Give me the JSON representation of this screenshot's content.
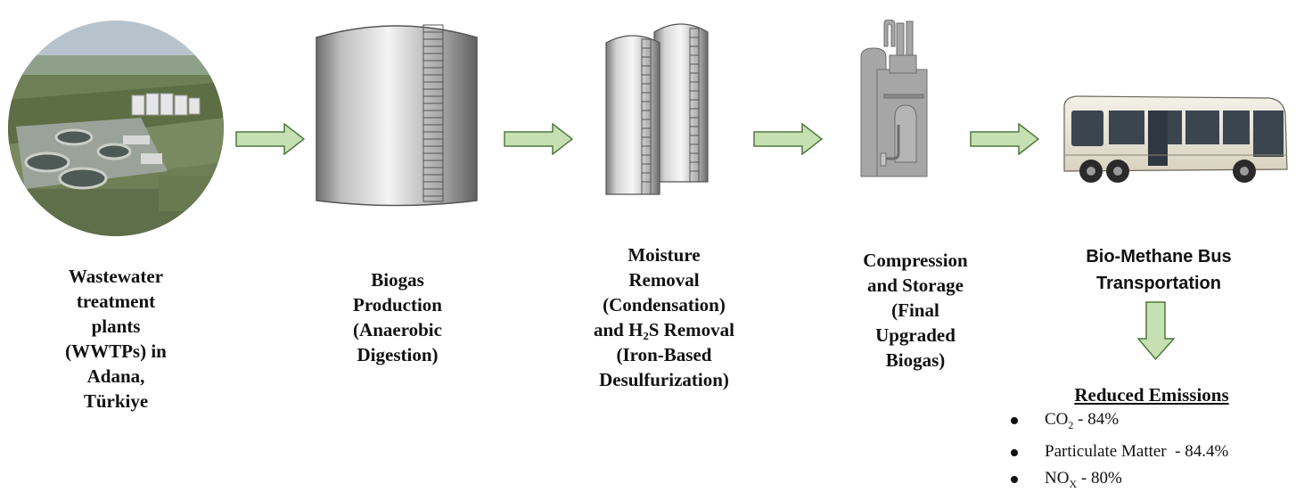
{
  "steps": [
    {
      "id": "wwtp",
      "lines": [
        "Wastewater",
        "treatment",
        "plants",
        "(WWTPs) in",
        "Adana,",
        "Türkiye"
      ]
    },
    {
      "id": "biogas",
      "lines": [
        "Biogas",
        "Production",
        "(Anaerobic",
        "Digestion)"
      ]
    },
    {
      "id": "moisture",
      "lines": [
        "Moisture",
        "Removal",
        "(Condensation)",
        "and H₂S Removal",
        "(Iron-Based",
        "Desulfurization)"
      ]
    },
    {
      "id": "compression",
      "lines": [
        "Compression",
        "and Storage",
        "(Final",
        "Upgraded",
        "Biogas)"
      ]
    },
    {
      "id": "bus",
      "lines": [
        "Bio-Methane Bus",
        "Transportation"
      ]
    }
  ],
  "emissions": {
    "title": "Reduced Emissions",
    "items": [
      {
        "name": "CO",
        "sub": "2",
        "value": " - 84%"
      },
      {
        "name": "Particulate Matter",
        "sub": "",
        "value": "  - 84.4%"
      },
      {
        "name": "NO",
        "sub": "X",
        "value": " - 80%"
      }
    ]
  },
  "colors": {
    "arrow_fill": "#c6e0b4",
    "arrow_stroke": "#4e7a3c",
    "tank_mid": "#e8e8e8",
    "tank_dark": "#7a7a7a",
    "plant_gray": "#a6a6a6"
  }
}
